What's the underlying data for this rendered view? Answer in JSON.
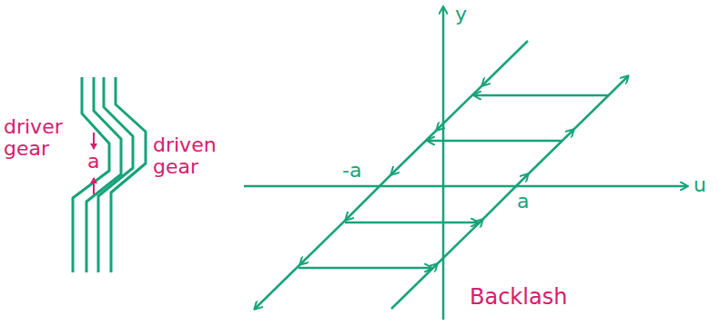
{
  "diagram": {
    "labels": [
      "driver gear",
      "a",
      "driven gear",
      "y",
      "-a",
      "u",
      "a",
      "Backlash"
    ]
  }
}
